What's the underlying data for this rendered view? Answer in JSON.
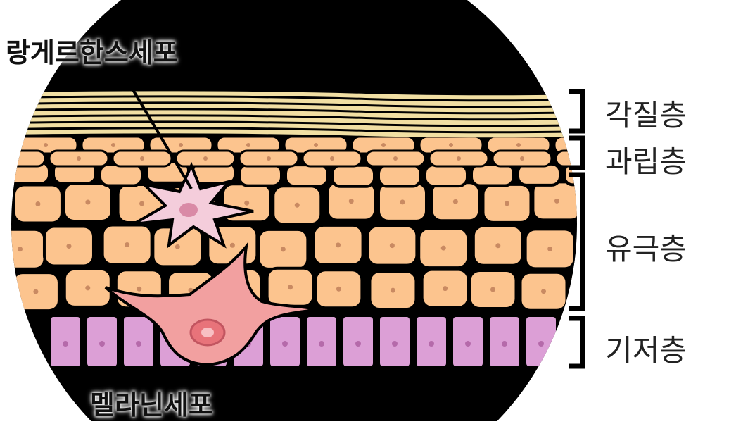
{
  "cells": {
    "langerhans": "랑게르한스세포",
    "melanocyte": "멜라닌세포"
  },
  "layers": [
    {
      "key": "corneum",
      "label": "각질층"
    },
    {
      "key": "granulosum",
      "label": "과립층"
    },
    {
      "key": "spinosum",
      "label": "유극층"
    },
    {
      "key": "basale",
      "label": "기저층"
    }
  ],
  "colors": {
    "background": "#000000",
    "keratin": "#f1dfa3",
    "keratinocyte": "#fcc48e",
    "basal_cell": "#dc9fd6",
    "langerhans": "#f4cddb",
    "melanocyte": "#f2a0a0",
    "outline": "#000000"
  }
}
